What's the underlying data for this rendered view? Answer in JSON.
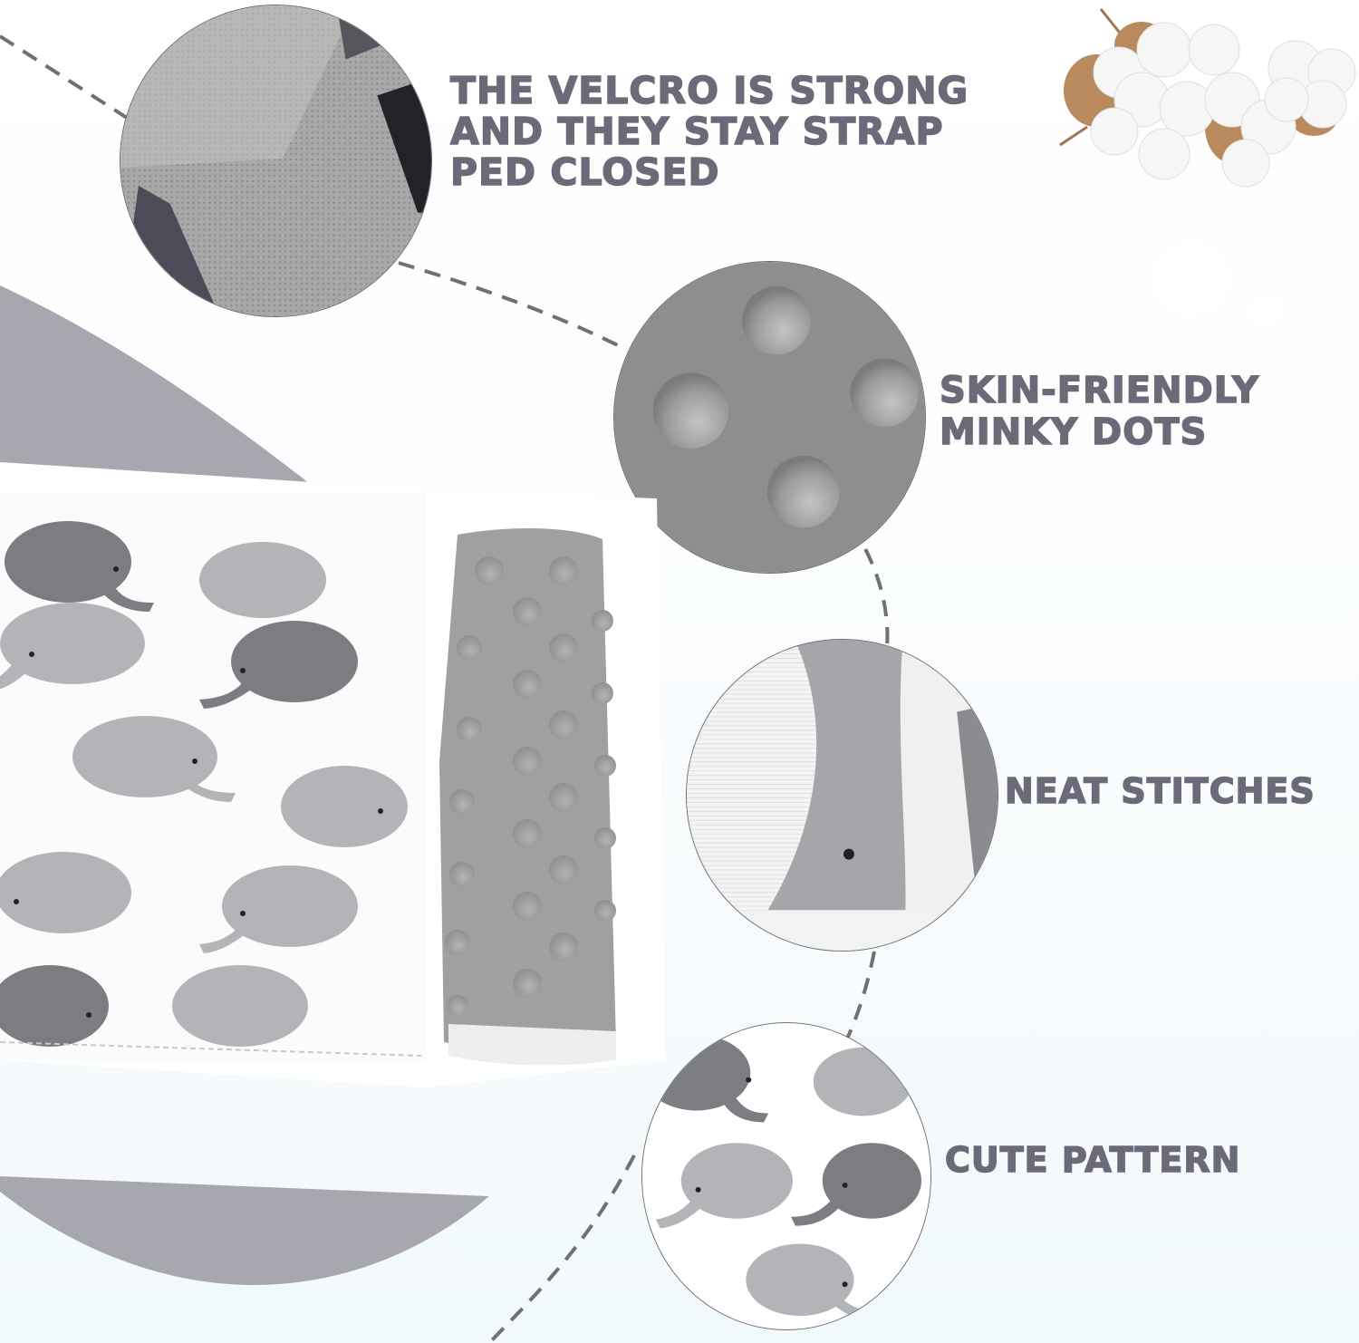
{
  "features": [
    {
      "id": "velcro",
      "lines": [
        "THE VELCRO iS STRONG",
        "AND THEY STAY STRAP",
        "PED CLOSED"
      ],
      "detail_image": "velcro-closeup-icon"
    },
    {
      "id": "minky",
      "lines": [
        "SKiN-FRIENDLY",
        "MiNKY DOTS"
      ],
      "detail_image": "minky-dots-closeup-icon"
    },
    {
      "id": "stitches",
      "lines": [
        "NEAT STiTCHES"
      ],
      "detail_image": "stitches-closeup-icon"
    },
    {
      "id": "pattern",
      "lines": [
        "CUTE PATTERN"
      ],
      "detail_image": "elephant-pattern-closeup-icon"
    }
  ],
  "decor": {
    "cotton_image": "cotton-bolls-icon",
    "product_image": "strap-cover-product-icon"
  },
  "colors": {
    "label_text": "#6c6a78",
    "blob_grey": "#a8a7b0",
    "dash_grey": "#707070",
    "minky_grey": "#8e8e8e",
    "elephant_dark": "#7b7d82",
    "elephant_light": "#b3b4b8"
  }
}
